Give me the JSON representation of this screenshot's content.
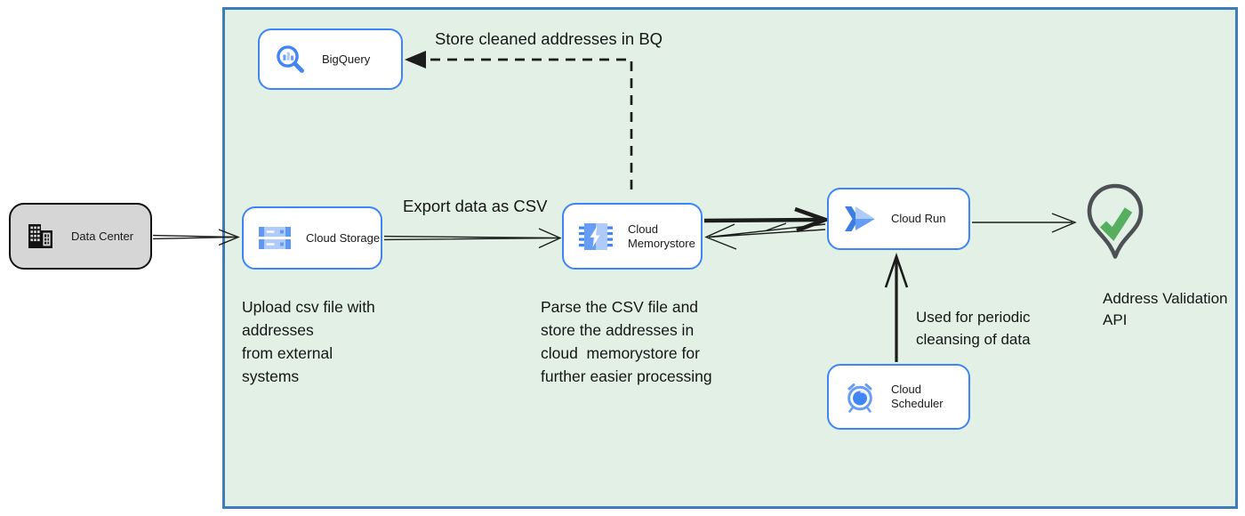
{
  "diagram": {
    "nodes": {
      "data_center": {
        "label": "Data Center"
      },
      "bigquery": {
        "label": "BigQuery"
      },
      "cloud_storage": {
        "label": "Cloud Storage"
      },
      "cloud_memorystore": {
        "label": "Cloud\nMemorystore"
      },
      "cloud_run": {
        "label": "Cloud Run"
      },
      "cloud_scheduler": {
        "label": "Cloud Scheduler"
      },
      "address_validation_api": {
        "label": "Address Validation\nAPI"
      }
    },
    "annotations": {
      "store_bq": "Store cleaned addresses in BQ",
      "export_csv": "Export data as CSV",
      "upload_note": "Upload csv file with\naddresses\nfrom external\nsystems",
      "parse_note": "Parse the CSV file and\nstore the addresses in\ncloud  memorystore for\nfurther easier processing",
      "periodic_note": "Used for periodic\ncleansing of data"
    },
    "icons": {
      "data_center": "building-icon",
      "bigquery": "bigquery-magnifier-icon",
      "cloud_storage": "storage-buckets-icon",
      "cloud_memorystore": "memorystore-chip-icon",
      "cloud_run": "cloud-run-chevron-icon",
      "cloud_scheduler": "scheduler-alarm-clock-icon",
      "address_validation_api": "map-pin-check-icon"
    },
    "colors": {
      "boundary_fill": "#e3f0e6",
      "boundary_border": "#3f7cb8",
      "node_border": "#3d85f4",
      "node_fill": "#ffffff",
      "data_center_fill": "#d6d6d6",
      "accent_blue": "#4285f4",
      "accent_blue_mid": "#669df6",
      "accent_blue_light": "#aecbfa",
      "check_green": "#56ae5e",
      "pin_gray": "#4d5156",
      "edge_black": "#1c1c1c"
    }
  }
}
